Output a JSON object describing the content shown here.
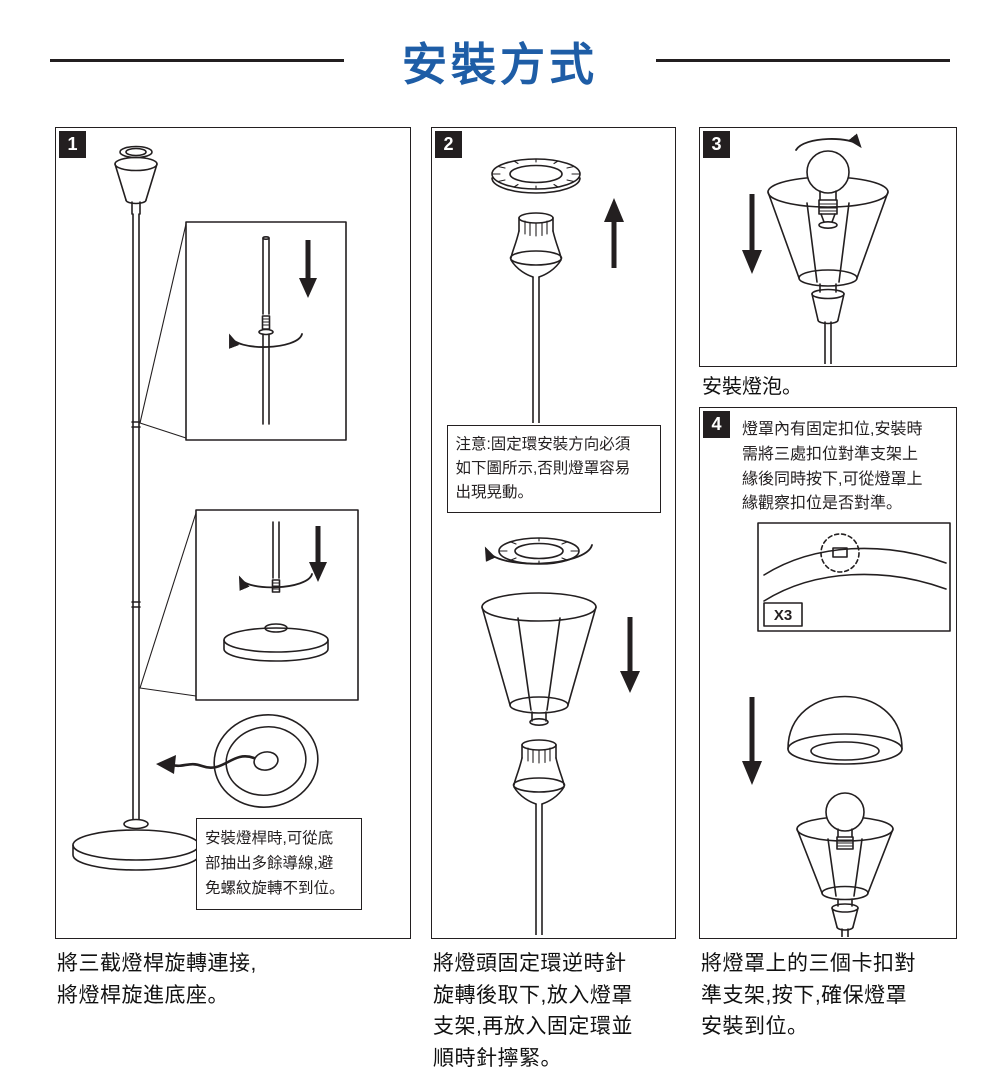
{
  "page": {
    "title": "安裝方式"
  },
  "panels": {
    "step1": {
      "number": "1",
      "note": "安裝燈桿時,可從底\n部抽出多餘導線,避\n免螺紋旋轉不到位。",
      "caption": "將三截燈桿旋轉連接,\n將燈桿旋進底座。"
    },
    "step2": {
      "number": "2",
      "note": "注意:固定環安裝方向必須\n如下圖所示,否則燈罩容易\n出現晃動。",
      "caption": "將燈頭固定環逆時針\n旋轉後取下,放入燈罩\n支架,再放入固定環並\n順時針擰緊。"
    },
    "step3": {
      "number": "3",
      "caption": "安裝燈泡。"
    },
    "step4": {
      "number": "4",
      "note": "燈罩內有固定扣位,安裝時\n需將三處扣位對準支架上\n緣後同時按下,可從燈罩上\n緣觀察扣位是否對準。",
      "quantity_label": "X3",
      "caption": "將燈罩上的三個卡扣對\n準支架,按下,確保燈罩\n安裝到位。"
    }
  }
}
